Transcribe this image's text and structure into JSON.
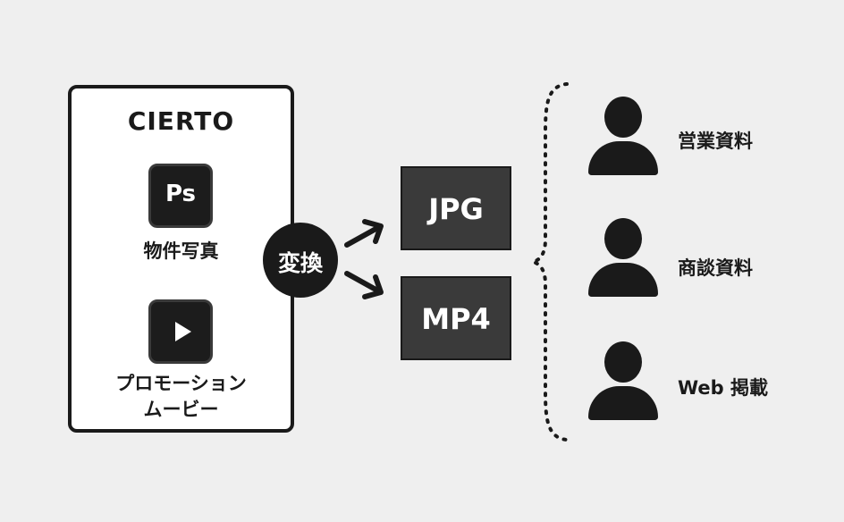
{
  "source": {
    "title": "CIERTO",
    "items": [
      {
        "icon": "photoshop-icon",
        "icon_text": "Ps",
        "label": "物件写真"
      },
      {
        "icon": "play-icon",
        "label_line1": "プロモーション",
        "label_line2": "ムービー"
      }
    ]
  },
  "convert": {
    "label": "変換"
  },
  "formats": [
    {
      "label": "JPG"
    },
    {
      "label": "MP4"
    }
  ],
  "uses": [
    {
      "icon": "person-icon",
      "label": "営業資料"
    },
    {
      "icon": "person-icon",
      "label": "商談資料"
    },
    {
      "icon": "person-icon",
      "label": "Web 掲載"
    }
  ]
}
